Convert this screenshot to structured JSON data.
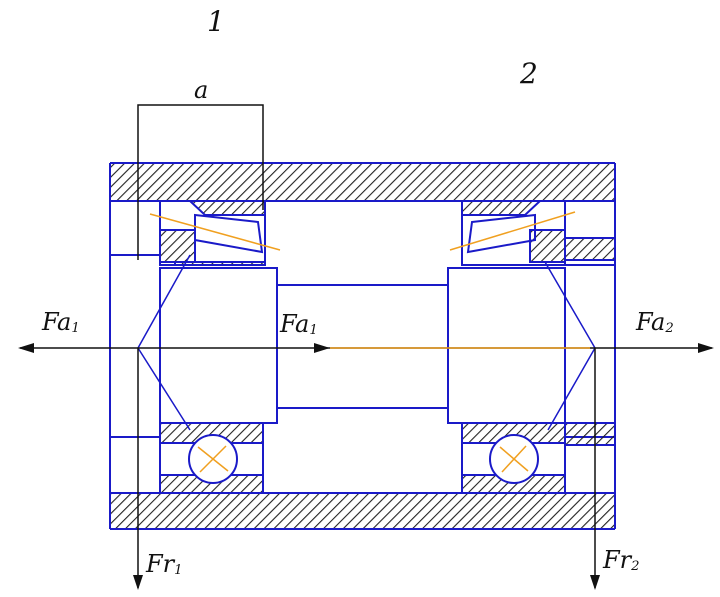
{
  "colors": {
    "outline": "#1a1ac8",
    "hatch": "#222222",
    "axis": "#f0a020",
    "text": "#111111"
  },
  "labels": {
    "support_1": "1",
    "support_2": "2",
    "dimension_a": "a",
    "fa1": "Fa",
    "fa1_sub": "1",
    "fa_mid": "Fa",
    "fa_mid_sub": "1",
    "fa2": "Fa",
    "fa2_sub": "2",
    "fr1": "Fr",
    "fr1_sub": "1",
    "fr2": "Fr",
    "fr2_sub": "2"
  }
}
